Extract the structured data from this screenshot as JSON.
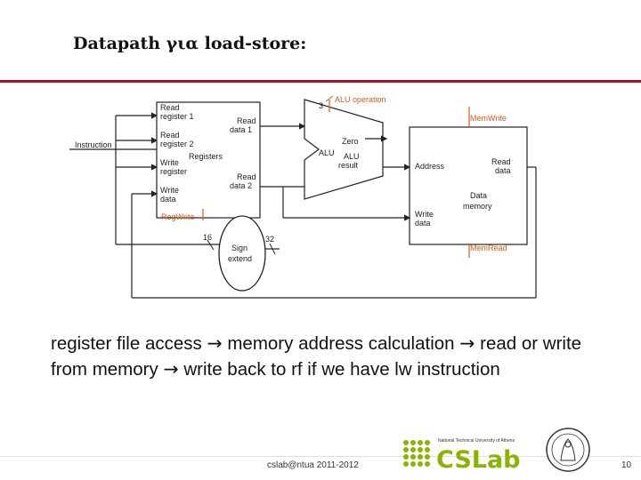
{
  "slide": {
    "title": "Datapath για load-store:",
    "body_segments": [
      "register file access ",
      " memory address calculation ",
      " read or write from memory ",
      " write back to rf if we have lw instruction"
    ],
    "arrow_glyph": "→",
    "footer": "cslab@ntua 2011-2012",
    "page_number": "10"
  },
  "logo": {
    "text": "CSLab",
    "subtitle": "National Technical University of Athens"
  },
  "diagram": {
    "instruction": "Instruction",
    "registers": {
      "read_register_1": [
        "Read",
        "register 1"
      ],
      "read_register_2": [
        "Read",
        "register 2"
      ],
      "write_register": [
        "Write",
        "register"
      ],
      "write_data": [
        "Write",
        "data"
      ],
      "read_data_1": [
        "Read",
        "data 1"
      ],
      "read_data_2": [
        "Read",
        "data 2"
      ],
      "name": "Registers"
    },
    "regwrite": "RegWrite",
    "alu": {
      "operation_bits": "3",
      "operation_label": "ALU operation",
      "zero": "Zero",
      "alu": "ALU",
      "result": [
        "ALU",
        "result"
      ]
    },
    "memory": {
      "memwrite": "MemWrite",
      "memread": "MemRead",
      "address": "Address",
      "read_data": [
        "Read",
        "data"
      ],
      "write_data": [
        "Write",
        "data"
      ],
      "name": [
        "Data",
        "memory"
      ]
    },
    "sign_extend": {
      "label": [
        "Sign",
        "extend"
      ],
      "in_bits": "16",
      "out_bits": "32"
    },
    "colors": {
      "control": "#d85a1e",
      "wire": "#222222",
      "rule": "#a3141e",
      "logo_green": "#8ab400"
    }
  }
}
